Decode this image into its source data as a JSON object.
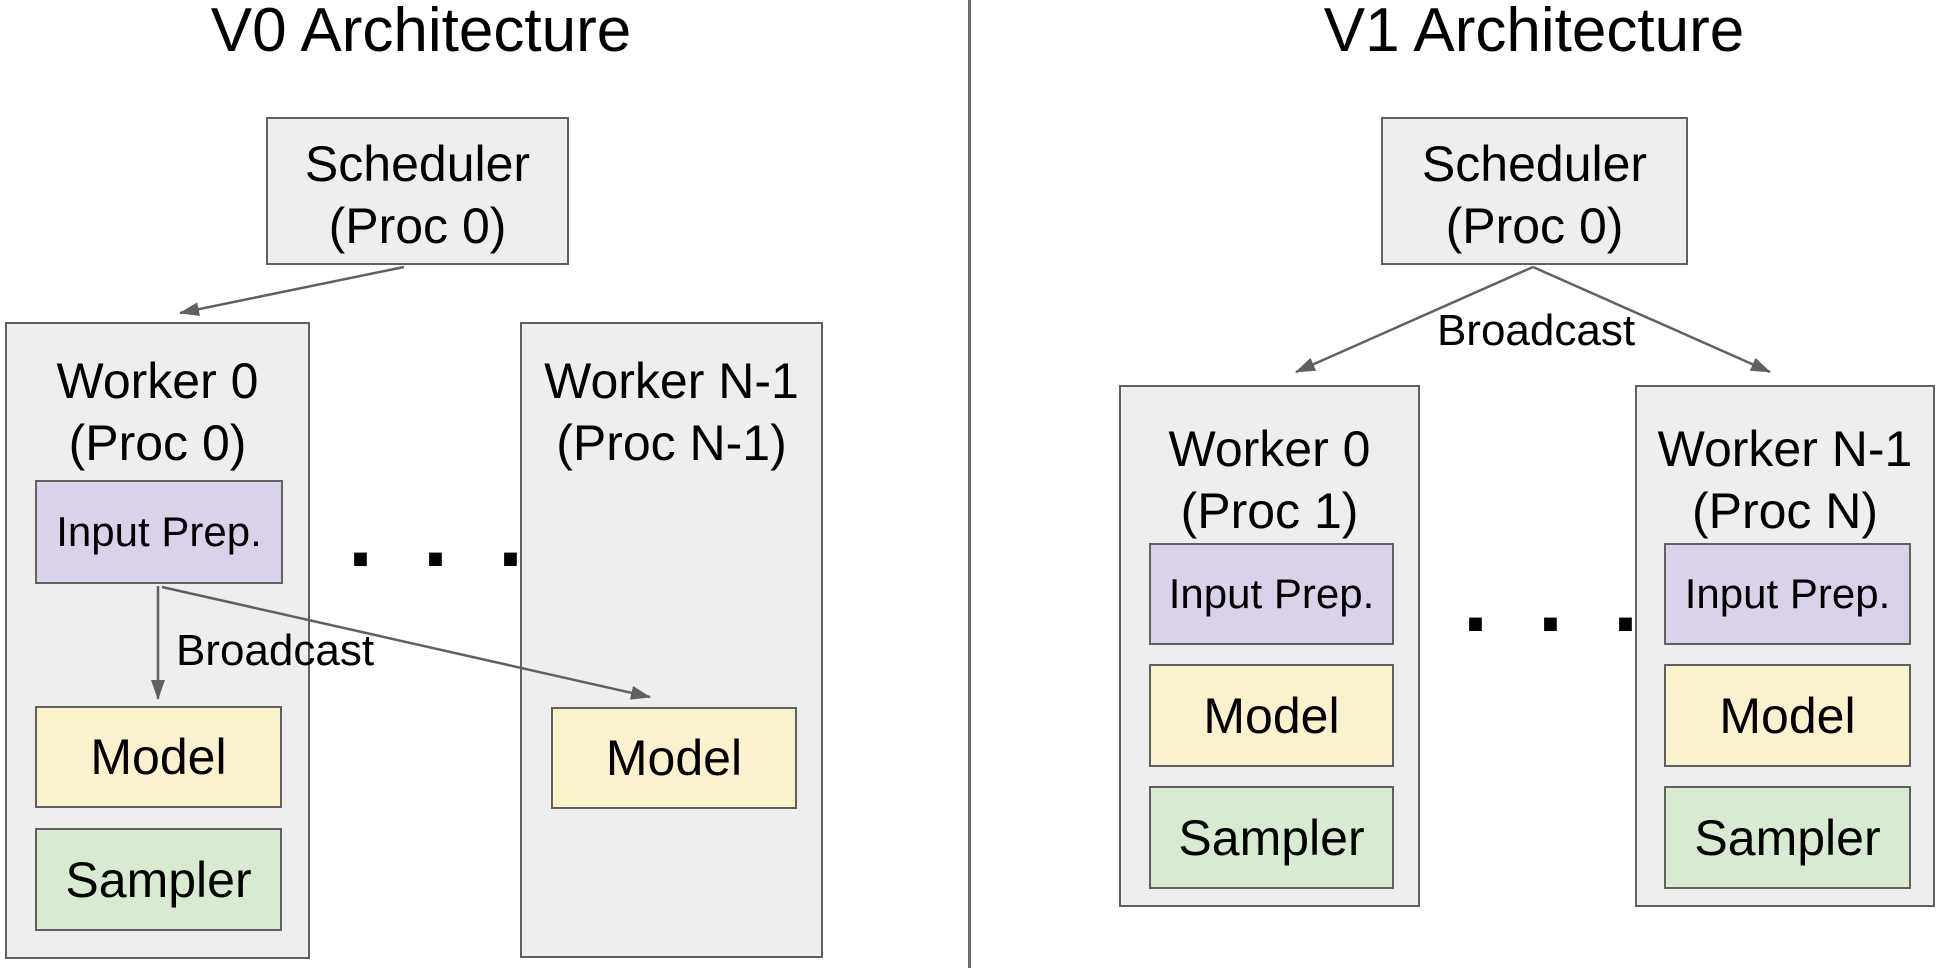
{
  "colors": {
    "box_fill_gray": "#eeeeee",
    "input_prep_fill": "#d9d2e9",
    "model_fill": "#faf1cd",
    "sampler_fill": "#d9ead3",
    "border_gray": "#606060",
    "arrow_gray": "#606060",
    "divider_gray": "#6b6b6b",
    "text_black": "#000000"
  },
  "v0": {
    "title": "V0 Architecture",
    "scheduler": {
      "line1": "Scheduler",
      "line2": "(Proc 0)"
    },
    "broadcast_label": "Broadcast",
    "ellipsis": ".  .  .",
    "worker0": {
      "line1": "Worker 0",
      "line2": "(Proc 0)",
      "input_prep": "Input Prep.",
      "model": "Model",
      "sampler": "Sampler"
    },
    "workerN": {
      "line1": "Worker N-1",
      "line2": "(Proc N-1)",
      "model": "Model"
    }
  },
  "v1": {
    "title": "V1 Architecture",
    "scheduler": {
      "line1": "Scheduler",
      "line2": "(Proc 0)"
    },
    "broadcast_label": "Broadcast",
    "ellipsis": ".  .  .",
    "worker0": {
      "line1": "Worker 0",
      "line2": "(Proc 1)",
      "input_prep": "Input Prep.",
      "model": "Model",
      "sampler": "Sampler"
    },
    "workerN": {
      "line1": "Worker N-1",
      "line2": "(Proc N)",
      "input_prep": "Input Prep.",
      "model": "Model",
      "sampler": "Sampler"
    }
  }
}
